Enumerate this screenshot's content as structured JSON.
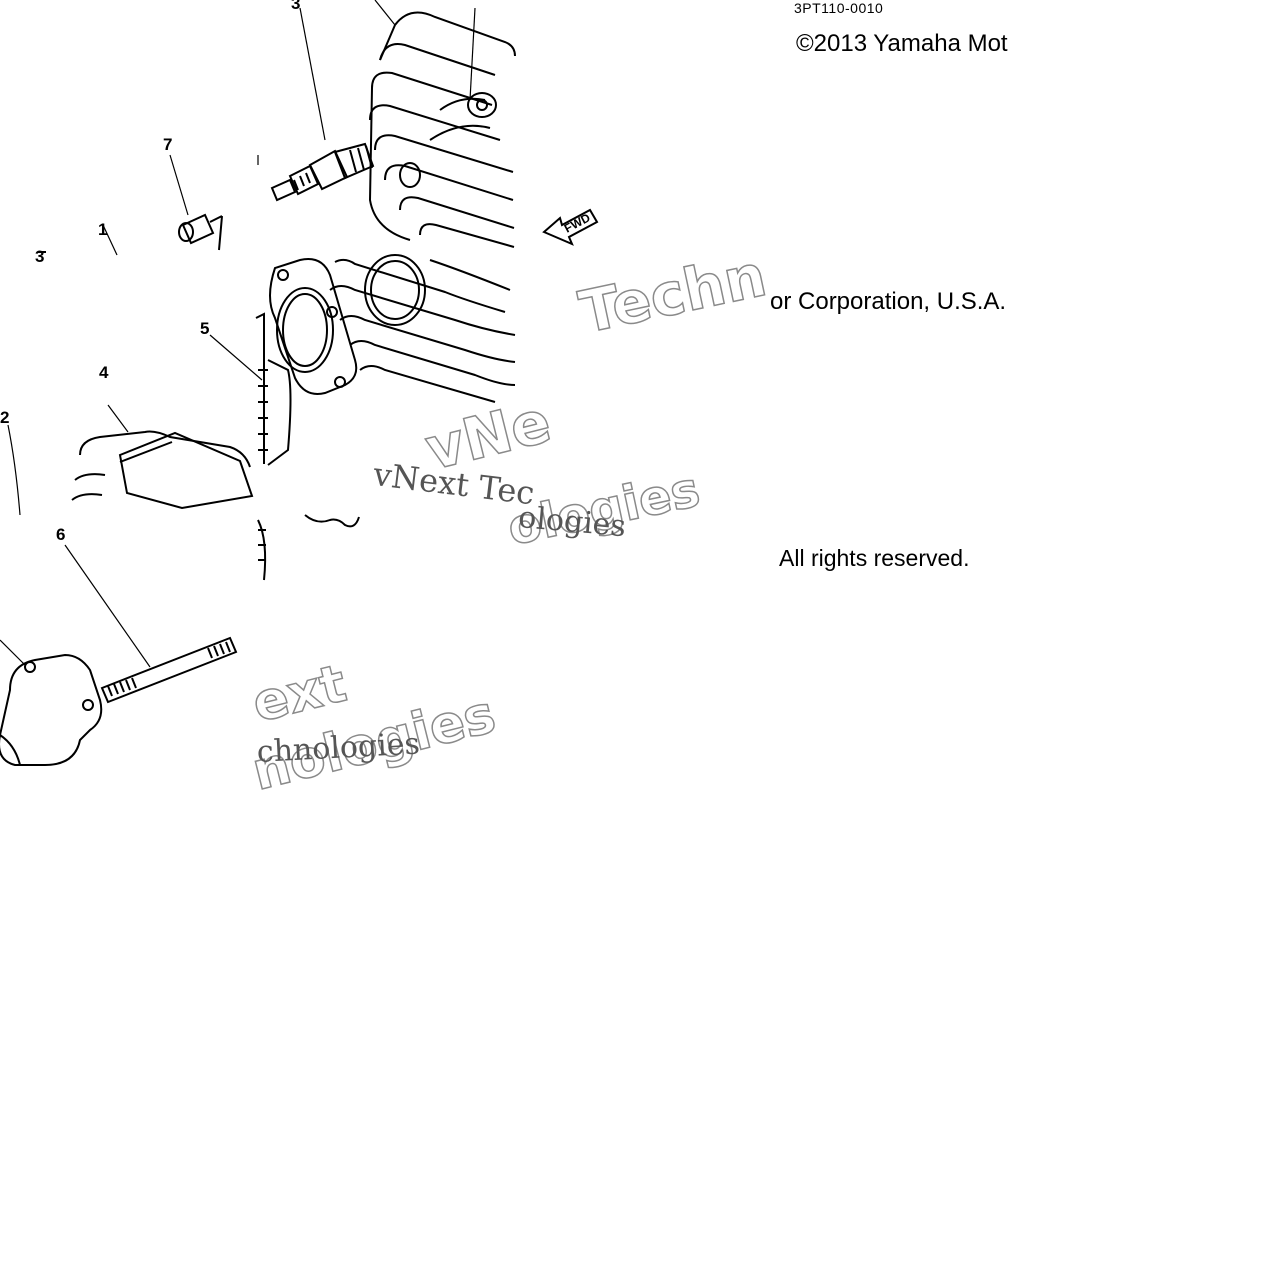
{
  "header": {
    "part_code": "3PT110-0010"
  },
  "copyright": {
    "line1": "©2013 Yamaha Mot",
    "line2": "or Corporation, U.S.A.",
    "rights": "All rights reserved."
  },
  "callouts": [
    "3",
    "7",
    "1",
    "3",
    "5",
    "4",
    "2",
    "6"
  ],
  "fwd_label": "FWD",
  "watermarks": {
    "outline_a": "Techn",
    "outline_b": "vNe",
    "outline_c": "ext",
    "outline_d": "ologies",
    "outline_e": "nologies",
    "serif_a": "vNext Tec",
    "serif_b": "chnologies",
    "serif_c": "ologies"
  }
}
